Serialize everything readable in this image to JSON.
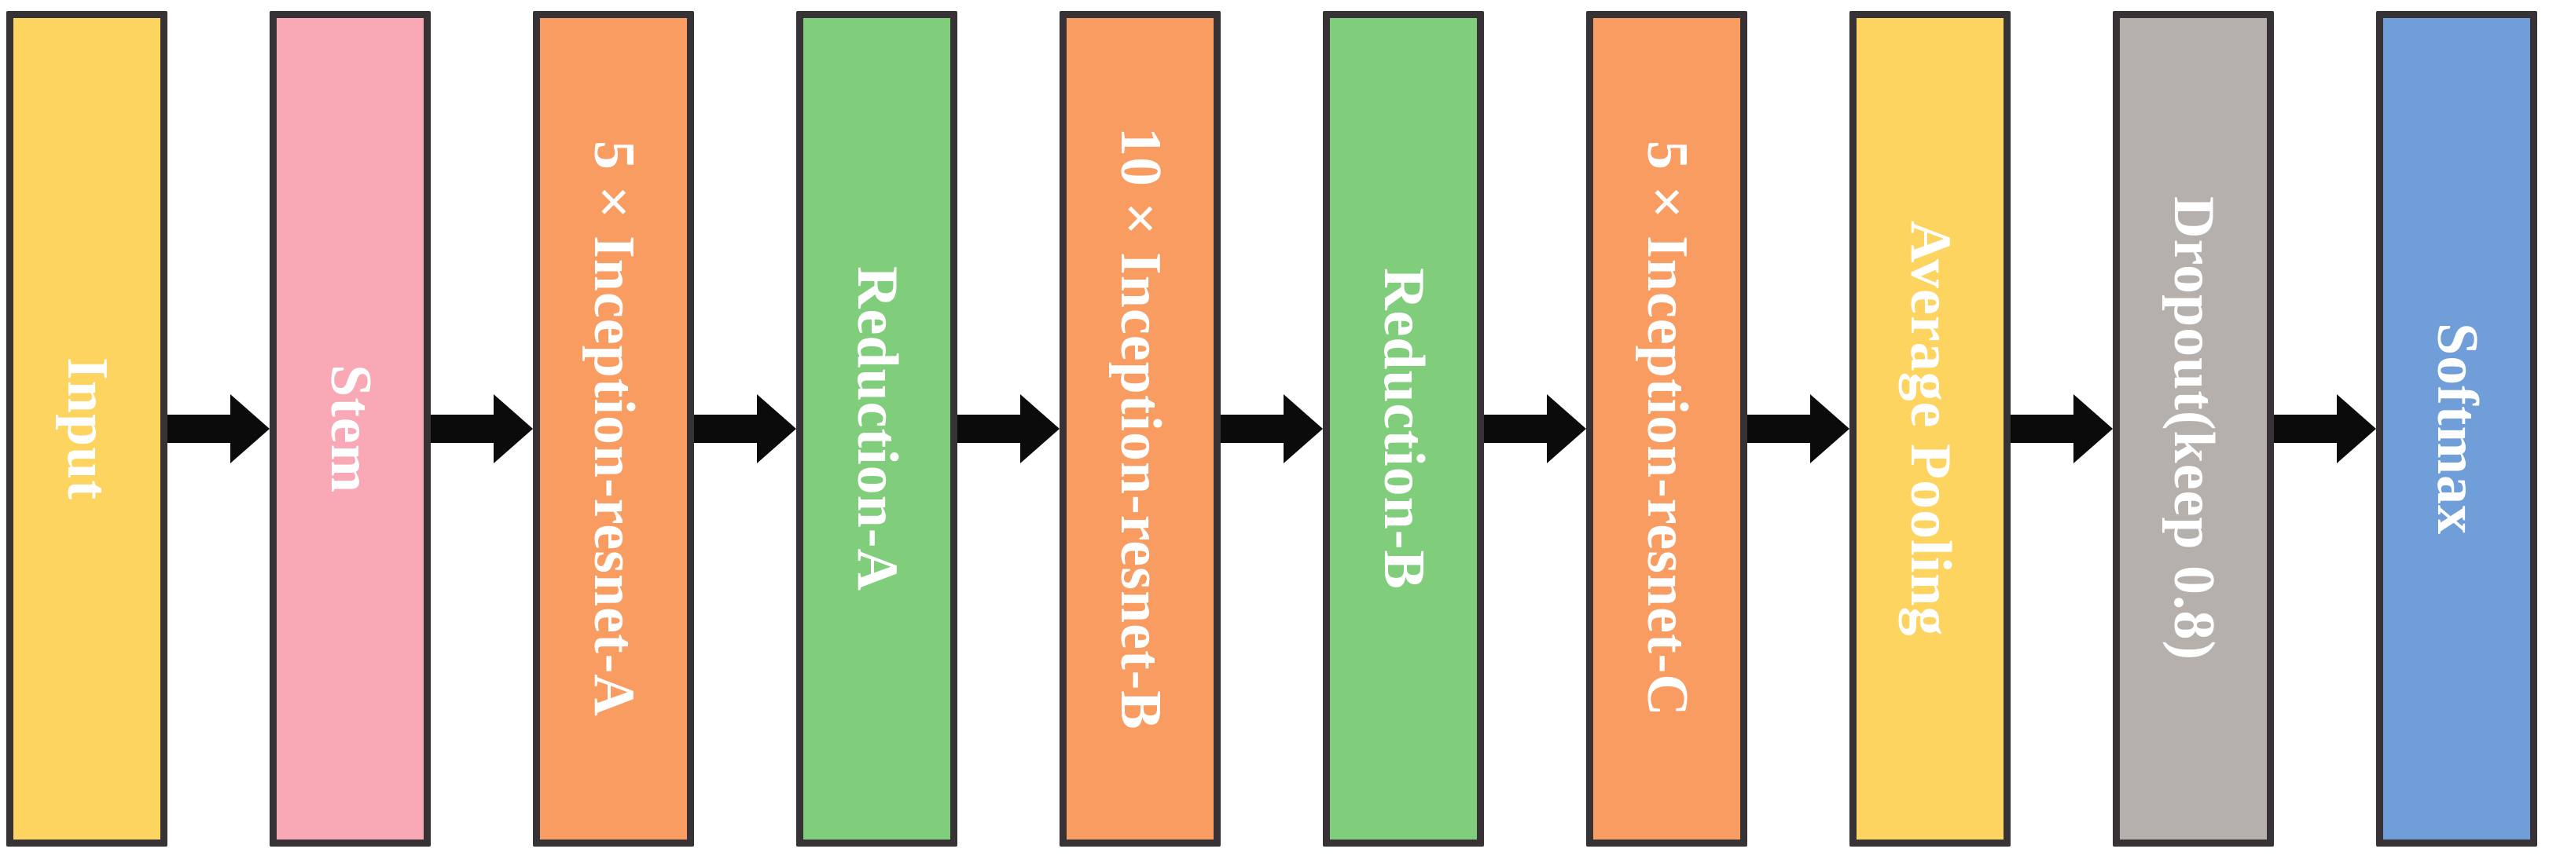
{
  "diagram": {
    "description": "Left-to-right flow diagram of an Inception-ResNet network architecture",
    "background": "#FFFFFF",
    "border_color": "#373235",
    "label_color": "#FFFFFF",
    "arrow_color": "#0B0B0B",
    "nodes": [
      {
        "id": "input",
        "label": "Input",
        "fill": "#FCD45F"
      },
      {
        "id": "stem",
        "label": "Stem",
        "fill": "#F9A8B6"
      },
      {
        "id": "inception-resnet-a",
        "label": "5×Inception-resnet-A",
        "fill": "#F89C61"
      },
      {
        "id": "reduction-a",
        "label": "Reduction-A",
        "fill": "#80CE7C"
      },
      {
        "id": "inception-resnet-b",
        "label": "10×Inception-resnet-B",
        "fill": "#F89C61"
      },
      {
        "id": "reduction-b",
        "label": "Reduction-B",
        "fill": "#80CE7C"
      },
      {
        "id": "inception-resnet-c",
        "label": "5×Inception-resnet-C",
        "fill": "#F89C61"
      },
      {
        "id": "average-pooling",
        "label": "Average Pooling",
        "fill": "#FCD45F"
      },
      {
        "id": "dropout",
        "label": "Dropout(keep 0.8)",
        "fill": "#B5B0AC"
      },
      {
        "id": "softmax",
        "label": "Softmax",
        "fill": "#6F9ED9"
      }
    ]
  }
}
